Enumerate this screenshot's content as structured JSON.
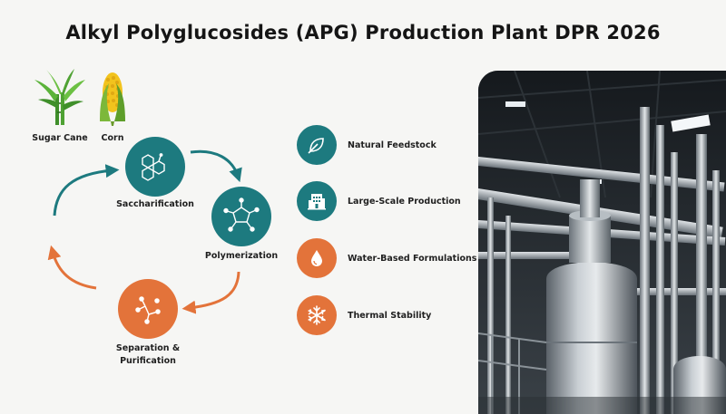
{
  "title": "Alkyl Polyglucosides (APG) Production Plant DPR 2026",
  "raw_materials": [
    {
      "label": "Sugar Cane",
      "icon": "sugar-cane-icon"
    },
    {
      "label": "Corn",
      "icon": "corn-icon"
    }
  ],
  "process_steps": [
    {
      "label": "Saccharification",
      "icon": "hexagon-molecule-icon",
      "color": "#1d7a7f"
    },
    {
      "label": "Polymerization",
      "icon": "ring-molecule-icon",
      "color": "#1d7a7f"
    },
    {
      "label": "Separation & Purification",
      "line1": "Separation &",
      "line2": "Purification",
      "icon": "branch-molecule-icon",
      "color": "#e3733a"
    }
  ],
  "features": [
    {
      "label": "Natural Feedstock",
      "icon": "leaf-icon",
      "color": "#1d7a7f"
    },
    {
      "label": "Large-Scale Production",
      "icon": "factory-icon",
      "color": "#1d7a7f"
    },
    {
      "label": "Water-Based Formulations",
      "icon": "water-drop-icon",
      "color": "#e3733a"
    },
    {
      "label": "Thermal Stability",
      "icon": "snowflake-icon",
      "color": "#e3733a"
    }
  ],
  "colors": {
    "teal": "#1d7a7f",
    "orange": "#e3733a",
    "background": "#f6f6f4"
  }
}
